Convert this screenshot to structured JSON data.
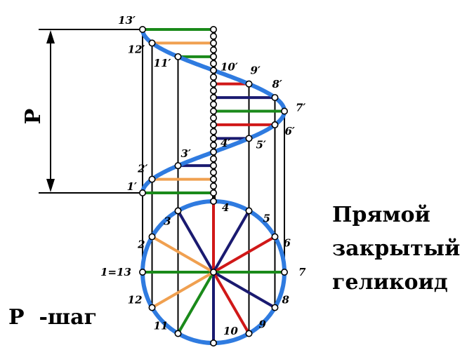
{
  "title_lines": [
    "Прямой",
    "закрытый",
    "геликоид"
  ],
  "pitch_symbol": "P",
  "pitch_legend": "P  -шаг",
  "colors": {
    "helix": "#2f7be0",
    "circle": "#2f7be0",
    "spokes": [
      "#1a8a1a",
      "#f0a050",
      "#1a1a70",
      "#d01818",
      "#1a1a70",
      "#d01818",
      "#1a8a1a",
      "#1a1a70",
      "#d01818",
      "#1a1a70",
      "#1a8a1a",
      "#f0a050"
    ],
    "vertical": "#000000"
  },
  "plan_labels": [
    "1=13",
    "2",
    "3",
    "4",
    "5",
    "6",
    "7",
    "8",
    "9",
    "10",
    "11",
    "12"
  ],
  "front_labels": [
    "1′",
    "2′",
    "3′",
    "4′",
    "5′",
    "6′",
    "7′",
    "8′",
    "9′",
    "10′",
    "11′",
    "12′",
    "13′"
  ]
}
